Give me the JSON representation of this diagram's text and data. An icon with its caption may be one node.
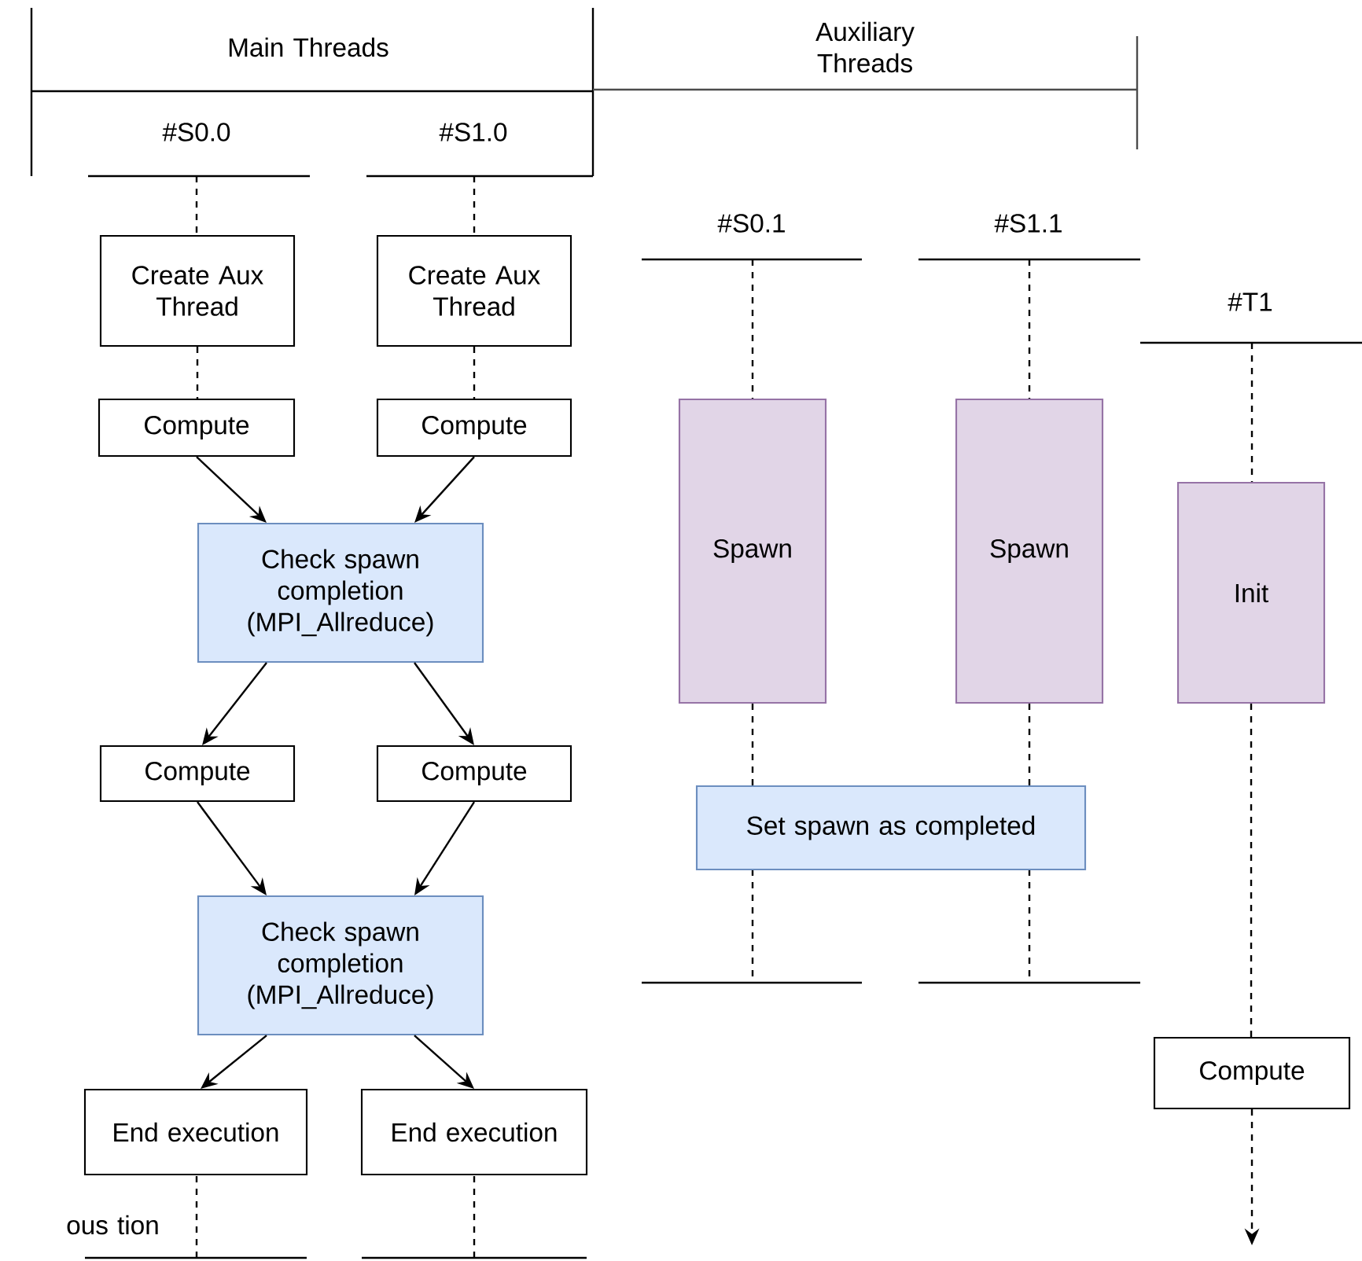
{
  "diagram": {
    "nodes": [
      {
        "text": [
          "Create Aux Thread"
        ]
      },
      {
        "text": [
          "Create Aux Thread"
        ]
      },
      {
        "text": [
          "Compute"
        ]
      },
      {
        "text": [
          "Compute"
        ]
      },
      {
        "text": [
          "Check spawn completion (MPI_Allreduce)"
        ]
      },
      {
        "text": [
          "Compute"
        ]
      },
      {
        "text": [
          "Compute"
        ]
      },
      {
        "text": [
          "Check spawn completion (MPI_Allreduce)"
        ]
      },
      {
        "text": [
          "End execution"
        ]
      },
      {
        "text": [
          "End execution"
        ]
      },
      {
        "text": [
          "Spawn"
        ]
      },
      {
        "text": [
          "Spawn"
        ]
      },
      {
        "text": [
          "Init"
        ]
      },
      {
        "text": [
          "Set spawn as completed"
        ]
      },
      {
        "text": [
          "Compute"
        ]
      }
    ],
    "edges": [
      {
        "from": 0,
        "to": 2,
        "arrow": "none",
        "style": "dashed"
      },
      {
        "from": 1,
        "to": 3,
        "arrow": "none",
        "style": "dashed"
      },
      {
        "from": 2,
        "to": 4,
        "arrow": "to"
      },
      {
        "from": 3,
        "to": 4,
        "arrow": "to"
      },
      {
        "from": 4,
        "to": 5,
        "arrow": "to"
      },
      {
        "from": 4,
        "to": 6,
        "arrow": "to"
      },
      {
        "from": 5,
        "to": 7,
        "arrow": "to"
      },
      {
        "from": 6,
        "to": 7,
        "arrow": "to"
      },
      {
        "from": 7,
        "to": 8,
        "arrow": "to"
      },
      {
        "from": 7,
        "to": 9,
        "arrow": "to"
      },
      {
        "from": 10,
        "to": 13,
        "arrow": "none",
        "style": "dashed"
      },
      {
        "from": 11,
        "to": 13,
        "arrow": "none",
        "style": "dashed"
      },
      {
        "from": 12,
        "to": 14,
        "arrow": "none",
        "style": "dashed"
      },
      {
        "from": 14,
        "to": null,
        "arrow": "to",
        "style": "dashed"
      }
    ],
    "labels": [
      "Main Threads",
      "Auxiliary Threads",
      "#S0.0",
      "#S1.0",
      "#S0.1",
      "#S1.1",
      "#T1",
      "ous tion"
    ]
  }
}
